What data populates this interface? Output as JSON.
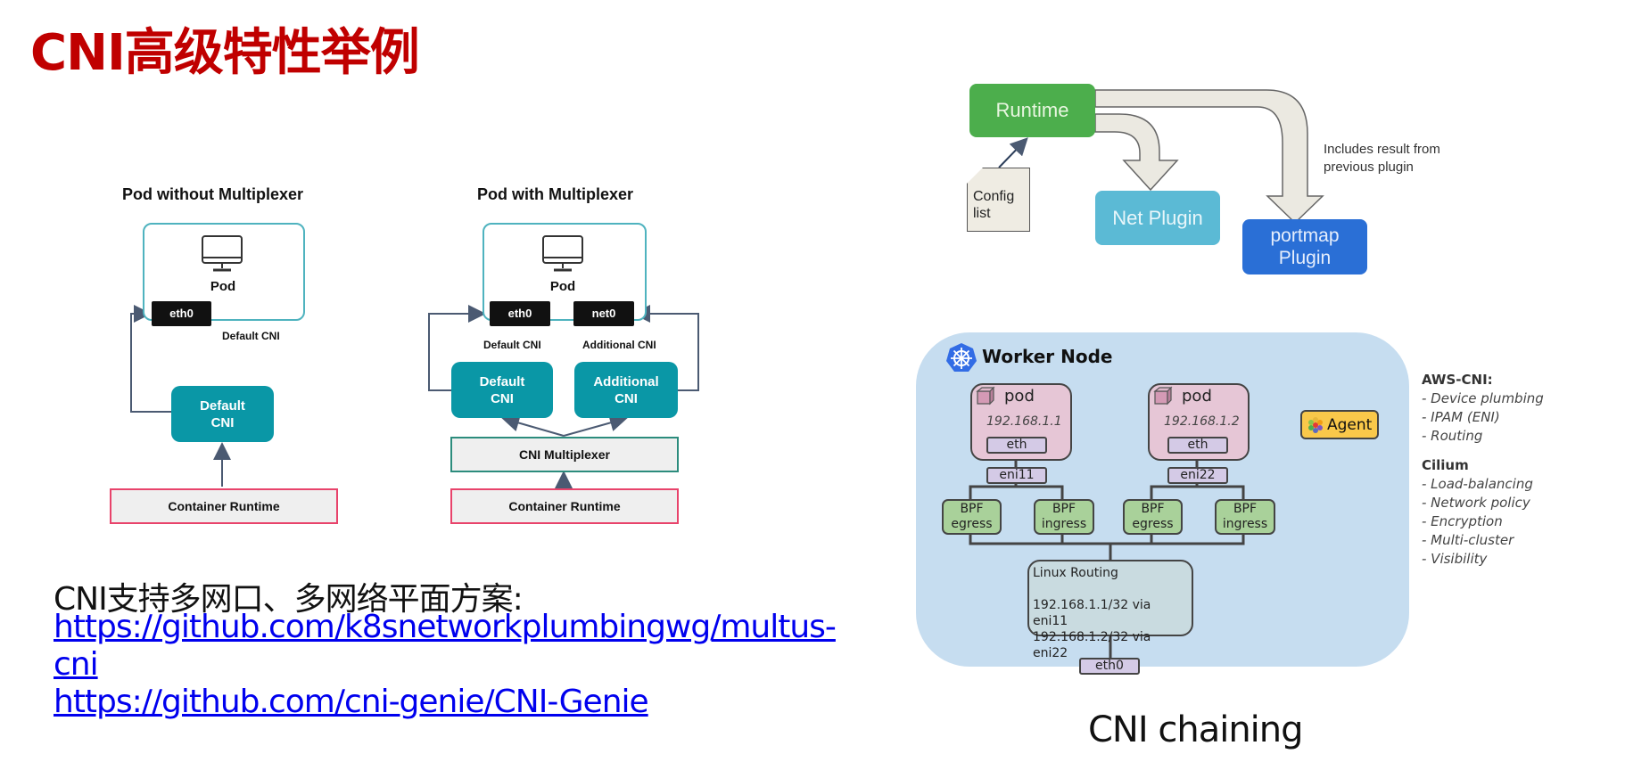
{
  "slide_title": "CNI高级特性举例",
  "multiplexer_diagram": {
    "without": {
      "title": "Pod without Multiplexer",
      "pod_label": "Pod",
      "nic": "eth0",
      "nic_caption": "Default CNI",
      "cni_box": "Default\nCNI",
      "runtime": "Container Runtime"
    },
    "with": {
      "title": "Pod with Multiplexer",
      "pod_label": "Pod",
      "nic1": "eth0",
      "nic2": "net0",
      "nic1_caption": "Default CNI",
      "nic2_caption": "Additional CNI",
      "cni1": "Default\nCNI",
      "cni2": "Additional\nCNI",
      "multiplexer": "CNI Multiplexer",
      "runtime": "Container Runtime"
    }
  },
  "description": "CNI支持多网口、多网络平面方案:",
  "links": [
    {
      "line1": "https://github.com/k8snetworkplumbingwg/multus-",
      "line2": "cni"
    },
    {
      "line1": "https://github.com/cni-genie/CNI-Genie"
    }
  ],
  "chaining_diagram": {
    "runtime": "Runtime",
    "config": "Config\nlist",
    "net_plugin": "Net Plugin",
    "portmap": "portmap\nPlugin",
    "note": "Includes result from\nprevious plugin",
    "colors": {
      "runtime": "#4cae4c",
      "net_plugin": "#5bbad5",
      "portmap": "#2a6fd6"
    }
  },
  "worker_node": {
    "title": "Worker Node",
    "pods": [
      {
        "label": "pod",
        "ip": "192.168.1.1",
        "iface": "eth",
        "eni": "eni11",
        "bpf": [
          "BPF\negress",
          "BPF\ningress"
        ]
      },
      {
        "label": "pod",
        "ip": "192.168.1.2",
        "iface": "eth",
        "eni": "eni22",
        "bpf": [
          "BPF\negress",
          "BPF\ningress"
        ]
      }
    ],
    "agent": {
      "brand": "cilium",
      "label": "Agent"
    },
    "routing": {
      "title": "Linux Routing",
      "routes": [
        "192.168.1.1/32 via eni11",
        "192.168.1.2/32 via eni22"
      ]
    },
    "uplink": "eth0"
  },
  "side_notes": {
    "aws_title": "AWS-CNI:",
    "aws_items": [
      "- Device plumbing",
      "- IPAM (ENI)",
      "- Routing"
    ],
    "cilium_title": "Cilium",
    "cilium_items": [
      "- Load-balancing",
      "- Network policy",
      "- Encryption",
      "- Multi-cluster",
      "- Visibility"
    ]
  },
  "caption": "CNI chaining"
}
